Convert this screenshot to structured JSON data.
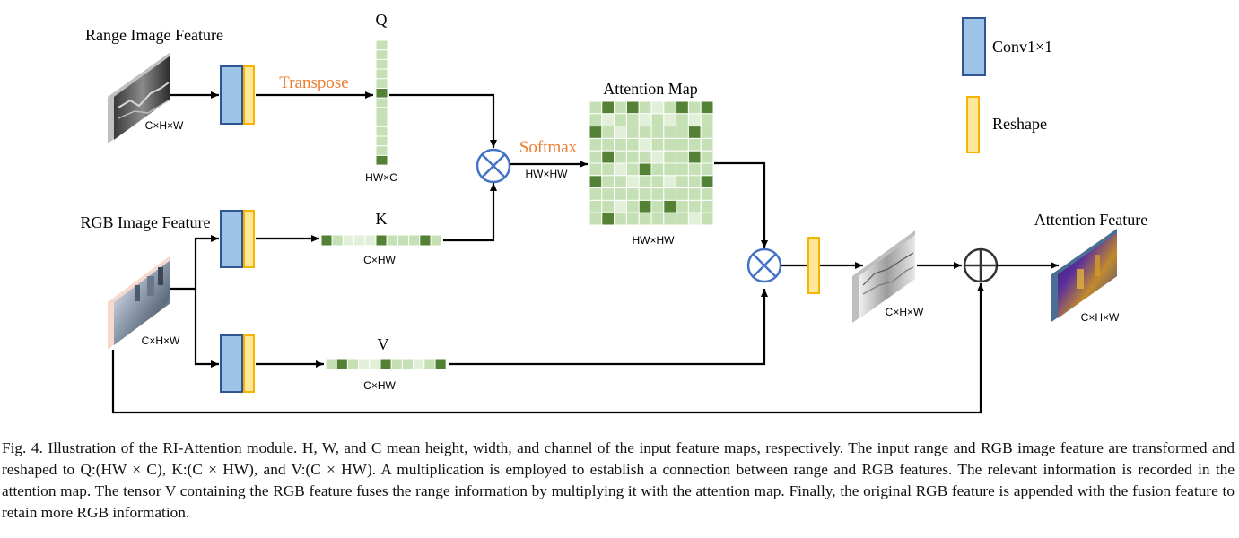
{
  "diagram": {
    "range_feature_label": "Range Image Feature",
    "rgb_feature_label": "RGB Image Feature",
    "transpose_label": "Transpose",
    "softmax_label": "Softmax",
    "q_label": "Q",
    "k_label": "K",
    "v_label": "V",
    "attention_map_label": "Attention Map",
    "attention_feature_label": "Attention Feature",
    "dim_chw": "C×H×W",
    "dim_hwc": "HW×C",
    "dim_chw_flat": "C×HW",
    "dim_hwhw": "HW×HW",
    "legend": {
      "conv_label": "Conv1×1",
      "reshape_label": "Reshape"
    }
  },
  "colors": {
    "conv_fill": "#9dc3e6",
    "conv_stroke": "#2f5597",
    "reshape_fill": "#ffe699",
    "reshape_stroke": "#f4b400",
    "cell_dark": "#548235",
    "cell_light": "#c5e0b4",
    "cell_pale": "#e2f0d9",
    "orange_text": "#ed7d31",
    "op_blue": "#4472c4"
  },
  "caption": "Fig. 4.   Illustration of the RI-Attention module. H, W, and C mean height, width, and channel of the input feature maps, respectively. The input range and RGB image feature are transformed and reshaped to Q:(HW × C), K:(C × HW), and V:(C × HW). A multiplication is employed to establish a connection between range and RGB features. The relevant information is recorded in the attention map. The tensor V containing the RGB feature fuses the range information by multiplying it with the attention map. Finally, the original RGB feature is appended with the fusion feature to retain more RGB information."
}
